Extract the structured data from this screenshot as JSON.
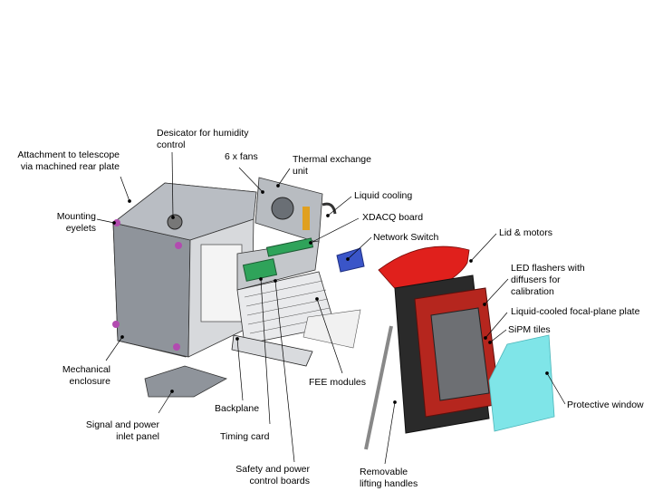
{
  "labels": {
    "attachment": "Attachment to telescope\nvia machined rear plate",
    "desiccator": "Desicator for humidity\ncontrol",
    "fans": "6 x fans",
    "thermal": "Thermal exchange\nunit",
    "liquid_cooling": "Liquid cooling",
    "xdacq": "XDACQ board",
    "network_switch": "Network Switch",
    "lid_motors": "Lid & motors",
    "led_flashers": "LED flashers with\ndiffusers for\ncalibration",
    "focal_plane": "Liquid-cooled focal-plane plate",
    "sipm": "SiPM tiles",
    "mounting": "Mounting\neyelets",
    "mech_enclosure": "Mechanical\nenclosure",
    "fee": "FEE modules",
    "protective": "Protective window",
    "backplane": "Backplane",
    "signal_power": "Signal and power\ninlet panel",
    "timing": "Timing card",
    "safety": "Safety and power\ncontrol boards",
    "handles": "Removable\nlifting handles"
  },
  "colors": {
    "enclosure": "#9a9fa6",
    "enclosure_dark": "#6e737a",
    "lid": "#e0201c",
    "frame": "#2a2a2a",
    "focal_red": "#b5261e",
    "window": "#7fe5e8",
    "pcb": "#2fa35a",
    "network_blue": "#3a55c8",
    "eyelet": "#b24bb0"
  }
}
